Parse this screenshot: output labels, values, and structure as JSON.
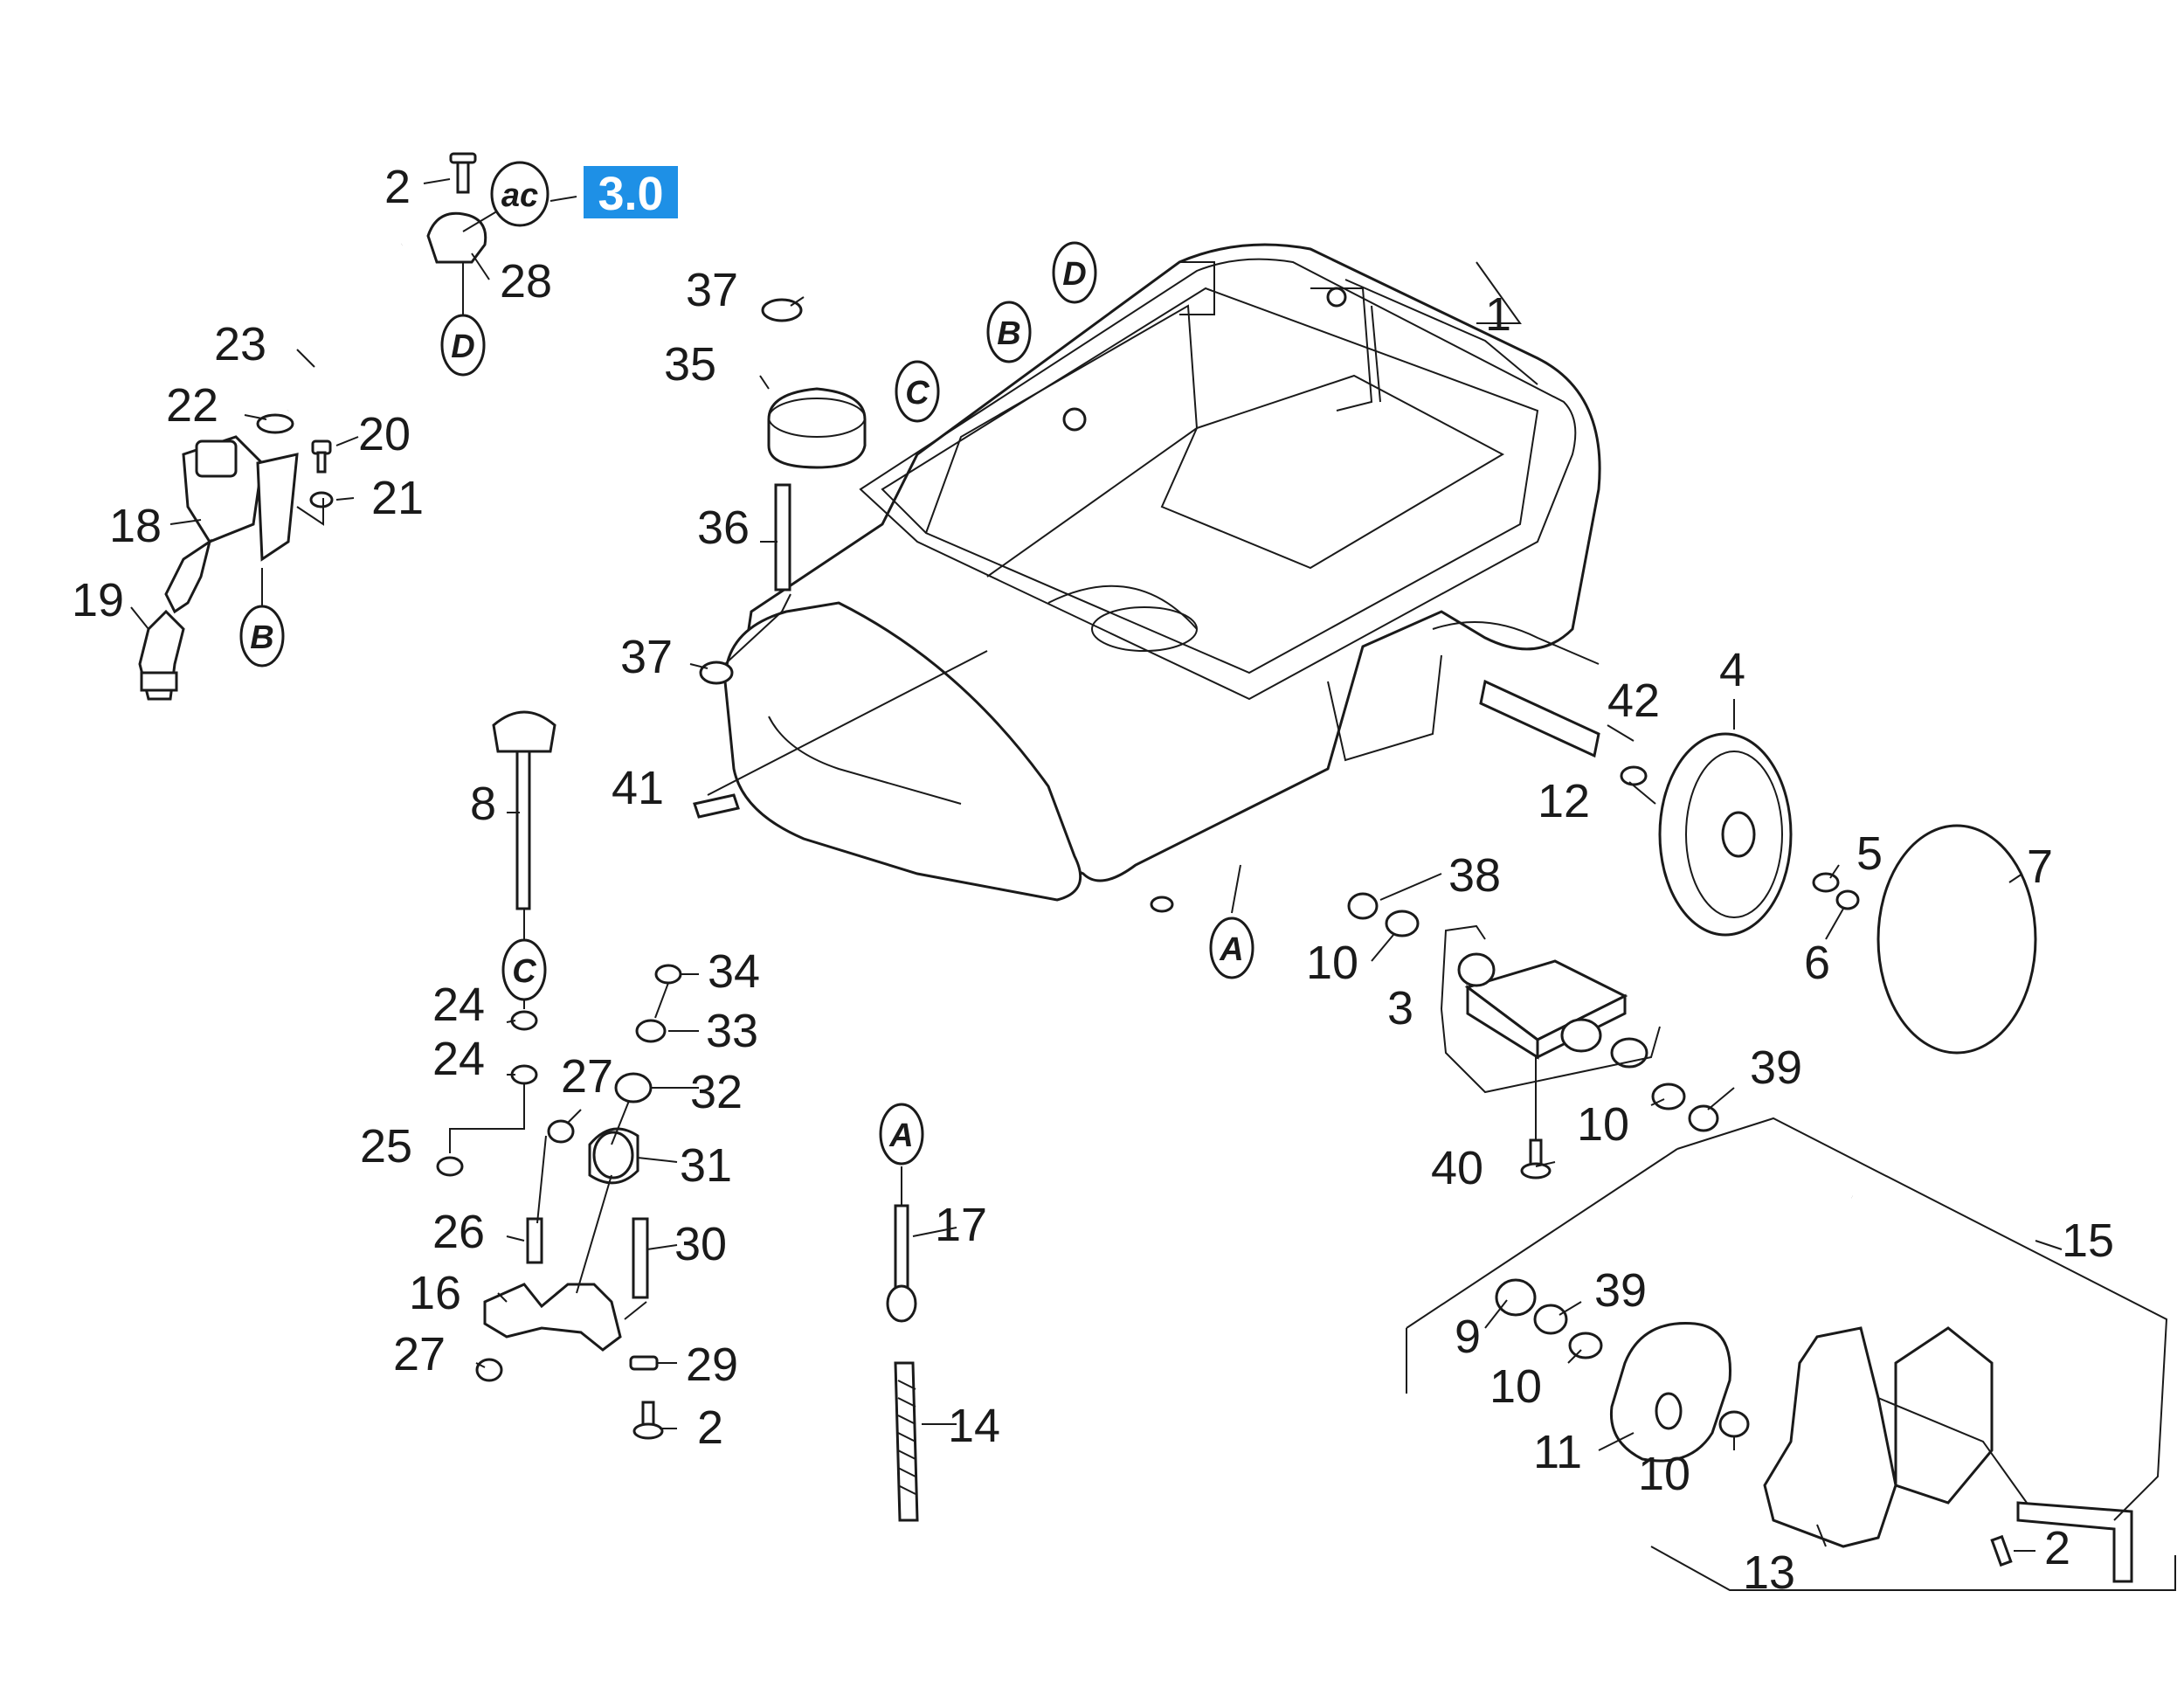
{
  "badge": {
    "text": "3.0",
    "color": "#1e90e6"
  },
  "refs": {
    "ac": "ac",
    "a1": "A",
    "a2": "A",
    "b1": "B",
    "b2": "B",
    "c1": "C",
    "c2": "C",
    "d1": "D",
    "d2": "D"
  },
  "callouts": {
    "n1": "1",
    "n2a": "2",
    "n2b": "2",
    "n2c": "2",
    "n3": "3",
    "n4": "4",
    "n5": "5",
    "n6": "6",
    "n7": "7",
    "n8": "8",
    "n9": "9",
    "n10a": "10",
    "n10b": "10",
    "n10c": "10",
    "n10d": "10",
    "n11": "11",
    "n12": "12",
    "n13": "13",
    "n14": "14",
    "n15": "15",
    "n16": "16",
    "n17": "17",
    "n18": "18",
    "n19": "19",
    "n20": "20",
    "n21": "21",
    "n22": "22",
    "n23": "23",
    "n24a": "24",
    "n24b": "24",
    "n25": "25",
    "n26": "26",
    "n27a": "27",
    "n27b": "27",
    "n28": "28",
    "n29": "29",
    "n30": "30",
    "n31": "31",
    "n32": "32",
    "n33": "33",
    "n34": "34",
    "n35": "35",
    "n36": "36",
    "n37a": "37",
    "n37b": "37",
    "n38": "38",
    "n39a": "39",
    "n39b": "39",
    "n40": "40",
    "n41": "41",
    "n42": "42"
  }
}
